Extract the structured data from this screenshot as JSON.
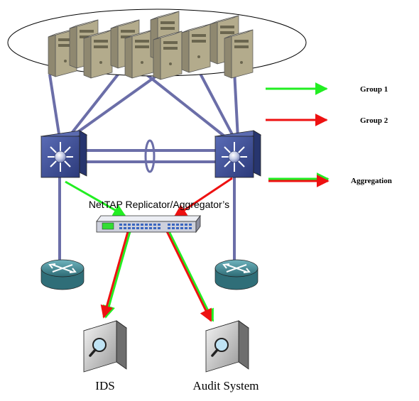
{
  "legend": {
    "group1": {
      "label": "Group 1",
      "color": "#22ee22"
    },
    "group2": {
      "label": "Group 2",
      "color": "#ee1111"
    },
    "aggregation": {
      "label": "Aggregation",
      "colors": [
        "#22ee22",
        "#ee1111"
      ]
    }
  },
  "labels": {
    "tap": "NetTAP Replicator/Aggregator’s",
    "ids": "IDS",
    "audit": "Audit System"
  },
  "colors": {
    "link": "#6b6ea8",
    "switch_front": "#3d4f96",
    "switch_side": "#27356e",
    "router": "#4a8f9a",
    "server": "#e8e2cc",
    "tap": "#d9dbe6"
  },
  "icons": {
    "server": "server-icon",
    "switch": "layer3-switch-icon",
    "router": "router-icon",
    "tap": "network-tap-icon",
    "ids": "magnifier-appliance-icon",
    "audit": "magnifier-appliance-icon"
  }
}
